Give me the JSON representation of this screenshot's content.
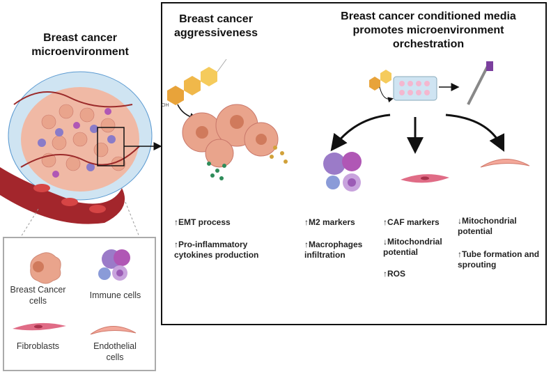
{
  "left_panel": {
    "title": "Breast cancer microenvironment"
  },
  "legend": {
    "items": [
      {
        "label": "Breast Cancer cells"
      },
      {
        "label": "Immune cells"
      },
      {
        "label": "Fibroblasts"
      },
      {
        "label": "Endothelial cells"
      }
    ]
  },
  "main_panel": {
    "aggressiveness": {
      "title": "Breast cancer aggressiveness",
      "effects": [
        "↑EMT process",
        "↑Pro-inflammatory cytokines production"
      ]
    },
    "orchestration": {
      "title": "Breast cancer conditioned media promotes microenvironment orchestration",
      "chemical_label": "OH",
      "immune_effects": [
        "↑M2 markers",
        "↑Macrophages infiltration"
      ],
      "fibroblast_effects": [
        "↑CAF markers",
        "↓Mitochondrial potential",
        "↑ROS"
      ],
      "endothelial_effects": [
        "↓Mitochondrial potential",
        "↑Tube formation and sprouting"
      ]
    }
  },
  "colors": {
    "cancer_cell": "#e9a48c",
    "immune_cell": "#9b7bc8",
    "fibroblast": "#e06c86",
    "endothelial": "#f3a89a",
    "vessel": "#a3262c",
    "steroid": "#e8a33a"
  }
}
